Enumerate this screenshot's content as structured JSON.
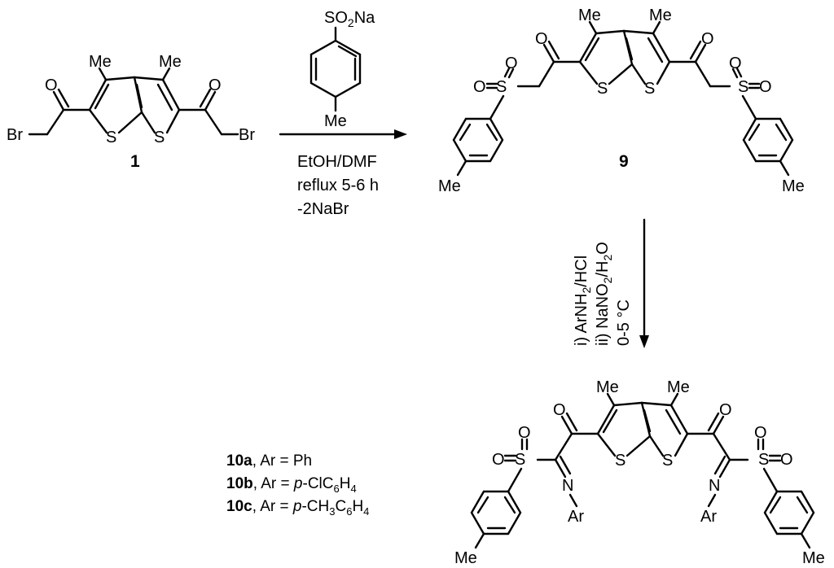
{
  "compounds": {
    "c1": {
      "label": "1",
      "atoms": {
        "br": "Br",
        "o": "O",
        "s": "S",
        "me": "Me"
      }
    },
    "c9": {
      "label": "9",
      "atoms": {
        "o": "O",
        "s": "S",
        "me": "Me"
      }
    },
    "c10": {
      "atoms": {
        "o": "O",
        "s": "S",
        "me": "Me",
        "n": "N",
        "ar": "Ar"
      }
    }
  },
  "reagent": {
    "so2na": {
      "a": "SO",
      "sub": "2",
      "b": "Na"
    },
    "me": "Me"
  },
  "step1": {
    "line1": "EtOH/DMF",
    "line2": "reflux 5-6 h",
    "line3": "-2NaBr"
  },
  "step2": {
    "line1": {
      "a": "i) ArNH",
      "sub": "2",
      "b": "/HCl"
    },
    "line2": {
      "a": "ii) NaNO",
      "sub1": "2",
      "b": "/H",
      "sub2": "2",
      "c": "O"
    },
    "line3": "0-5 °C"
  },
  "legend": [
    {
      "id": "10a",
      "rest": ", Ar = Ph"
    },
    {
      "id": "10b",
      "pre": ", Ar = ",
      "ital": "p",
      "mid": "-ClC",
      "s1": "6",
      "mid2": "H",
      "s2": "4"
    },
    {
      "id": "10c",
      "pre": ", Ar = ",
      "ital": "p",
      "mid": "-CH",
      "s1": "3",
      "mid2": "C",
      "s2": "6",
      "end": "H",
      "s3": "4"
    }
  ]
}
